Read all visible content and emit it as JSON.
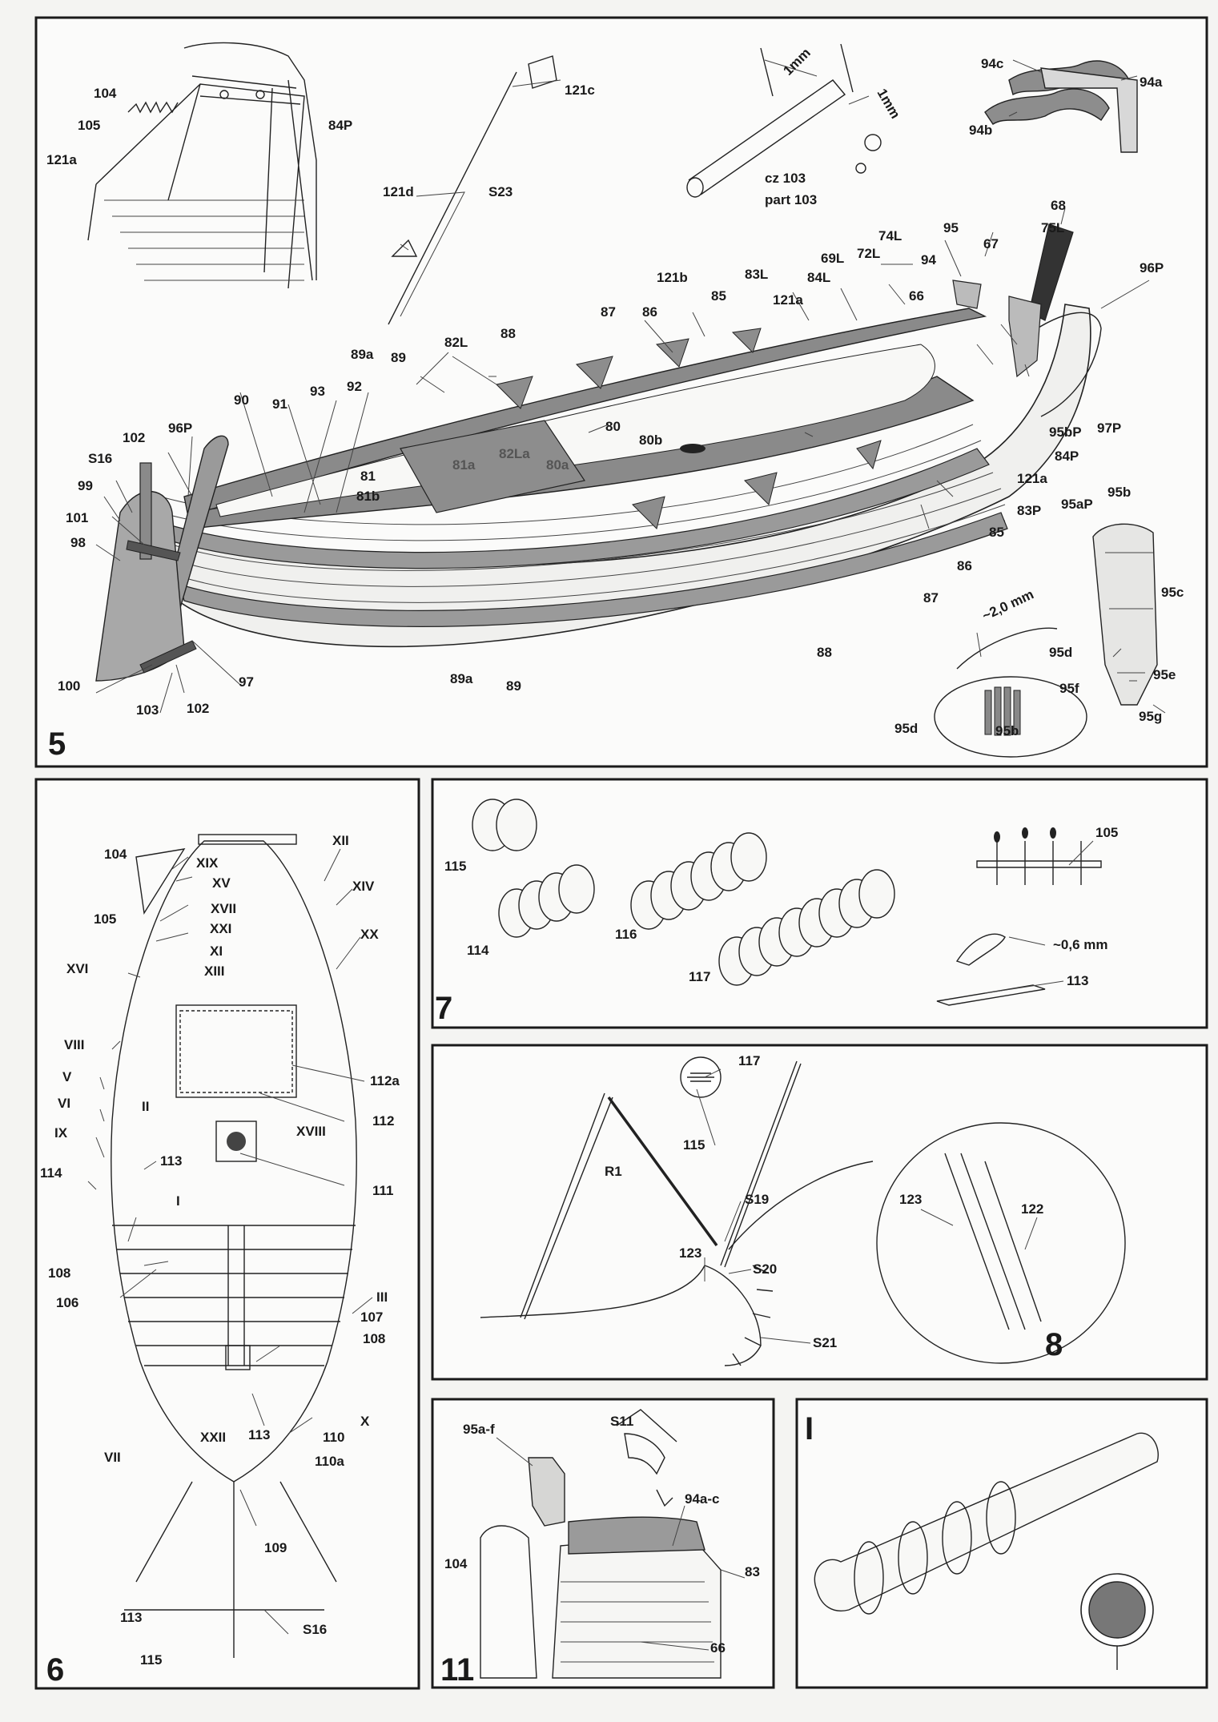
{
  "panels": {
    "p5": {
      "number": "5",
      "labels": [
        "104",
        "105",
        "121a",
        "84P",
        "121c",
        "121d",
        "S23",
        "1mm",
        "1mm",
        "cz 103",
        "part 103",
        "94c",
        "94a",
        "94b",
        "68",
        "95",
        "67",
        "75L",
        "96P",
        "74L",
        "72L",
        "69L",
        "84L",
        "94",
        "121b",
        "83L",
        "85",
        "121a",
        "66",
        "87",
        "86",
        "89a",
        "89",
        "82L",
        "88",
        "90",
        "91",
        "93",
        "92",
        "102",
        "96P",
        "S16",
        "99",
        "101",
        "98",
        "80",
        "80b",
        "82La",
        "80a",
        "81a",
        "81",
        "81b",
        "97P",
        "95bP",
        "84P",
        "121a",
        "83P",
        "85",
        "86",
        "87",
        "88",
        "95aP",
        "95b",
        "95c",
        "~2,0 mm",
        "95d",
        "95e",
        "95f",
        "95g",
        "95d",
        "95b",
        "100",
        "103",
        "102",
        "97",
        "89a",
        "89"
      ]
    },
    "p6": {
      "number": "6",
      "labels": [
        "104",
        "XIX",
        "XV",
        "XVII",
        "XXI",
        "XI",
        "XIII",
        "105",
        "XVI",
        "XII",
        "XIV",
        "XX",
        "VIII",
        "V",
        "VI",
        "IX",
        "II",
        "114",
        "113",
        "I",
        "112a",
        "112",
        "XVIII",
        "111",
        "108",
        "106",
        "III",
        "107",
        "108",
        "XXII",
        "113",
        "X",
        "110",
        "110a",
        "VII",
        "109",
        "S16",
        "113",
        "115"
      ]
    },
    "p7": {
      "number": "7",
      "labels": [
        "115",
        "114",
        "116",
        "117",
        "105",
        "~0,6 mm",
        "113"
      ]
    },
    "p8": {
      "number": "8",
      "labels": [
        "117",
        "115",
        "R1",
        "S19",
        "123",
        "S20",
        "S21",
        "123",
        "122"
      ]
    },
    "p11": {
      "number": "11",
      "labels": [
        "95a-f",
        "S11",
        "94a-c",
        "104",
        "83",
        "66"
      ]
    },
    "pI": {
      "number": "I"
    }
  }
}
